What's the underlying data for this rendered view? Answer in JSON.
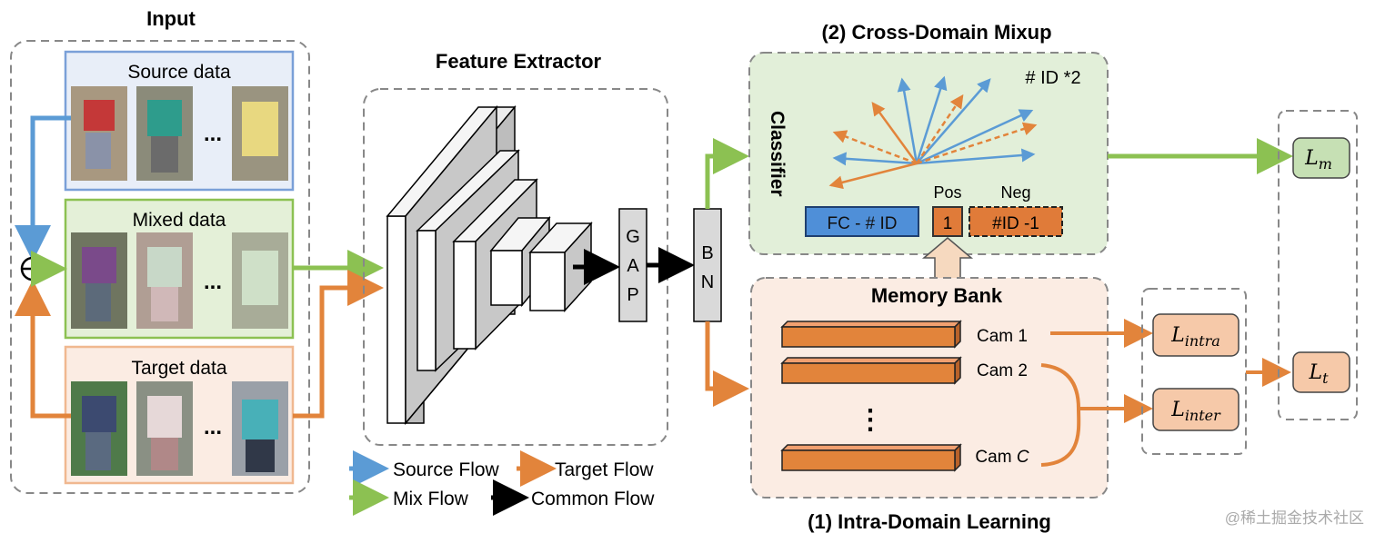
{
  "input": {
    "title": "Input",
    "source_label": "Source data",
    "mixed_label": "Mixed data",
    "target_label": "Target data",
    "ellipsis": "..."
  },
  "feature_extractor": {
    "title": "Feature Extractor",
    "gap_label": [
      "G",
      "A",
      "P"
    ],
    "bn_label": [
      "B",
      "N"
    ]
  },
  "mixup": {
    "title": "(2) Cross-Domain Mixup",
    "classifier_label": "Classifier",
    "id_count": "# ID *2",
    "fc_label": "FC - # ID",
    "pos_label": "Pos",
    "neg_label": "Neg",
    "pos_value": "1",
    "neg_value": "#ID -1"
  },
  "memory": {
    "title": "Memory Bank",
    "cam1": "Cam 1",
    "cam2": "Cam 2",
    "camc_prefix": "Cam ",
    "camc_var": "C",
    "vdots": "⋮"
  },
  "intra": {
    "title": "(1)  Intra-Domain Learning"
  },
  "losses": {
    "lm_base": "L",
    "lm_sub": "m",
    "lintra_base": "L",
    "lintra_sub": "intra",
    "linter_base": "L",
    "linter_sub": "inter",
    "lt_base": "L",
    "lt_sub": "t"
  },
  "legend": {
    "source": "Source Flow",
    "target": "Target Flow",
    "mix": "Mix Flow",
    "common": "Common Flow"
  },
  "watermark": "@稀土掘金技术社区",
  "colors": {
    "source": "#5b9bd5",
    "target": "#e2843b",
    "mix": "#8cc152",
    "common": "#000000",
    "classifier_bg": "#e2efd9",
    "memory_bg": "#fbece3",
    "fc_fill": "#4f8fd8",
    "pos_fill": "#e07b39"
  }
}
